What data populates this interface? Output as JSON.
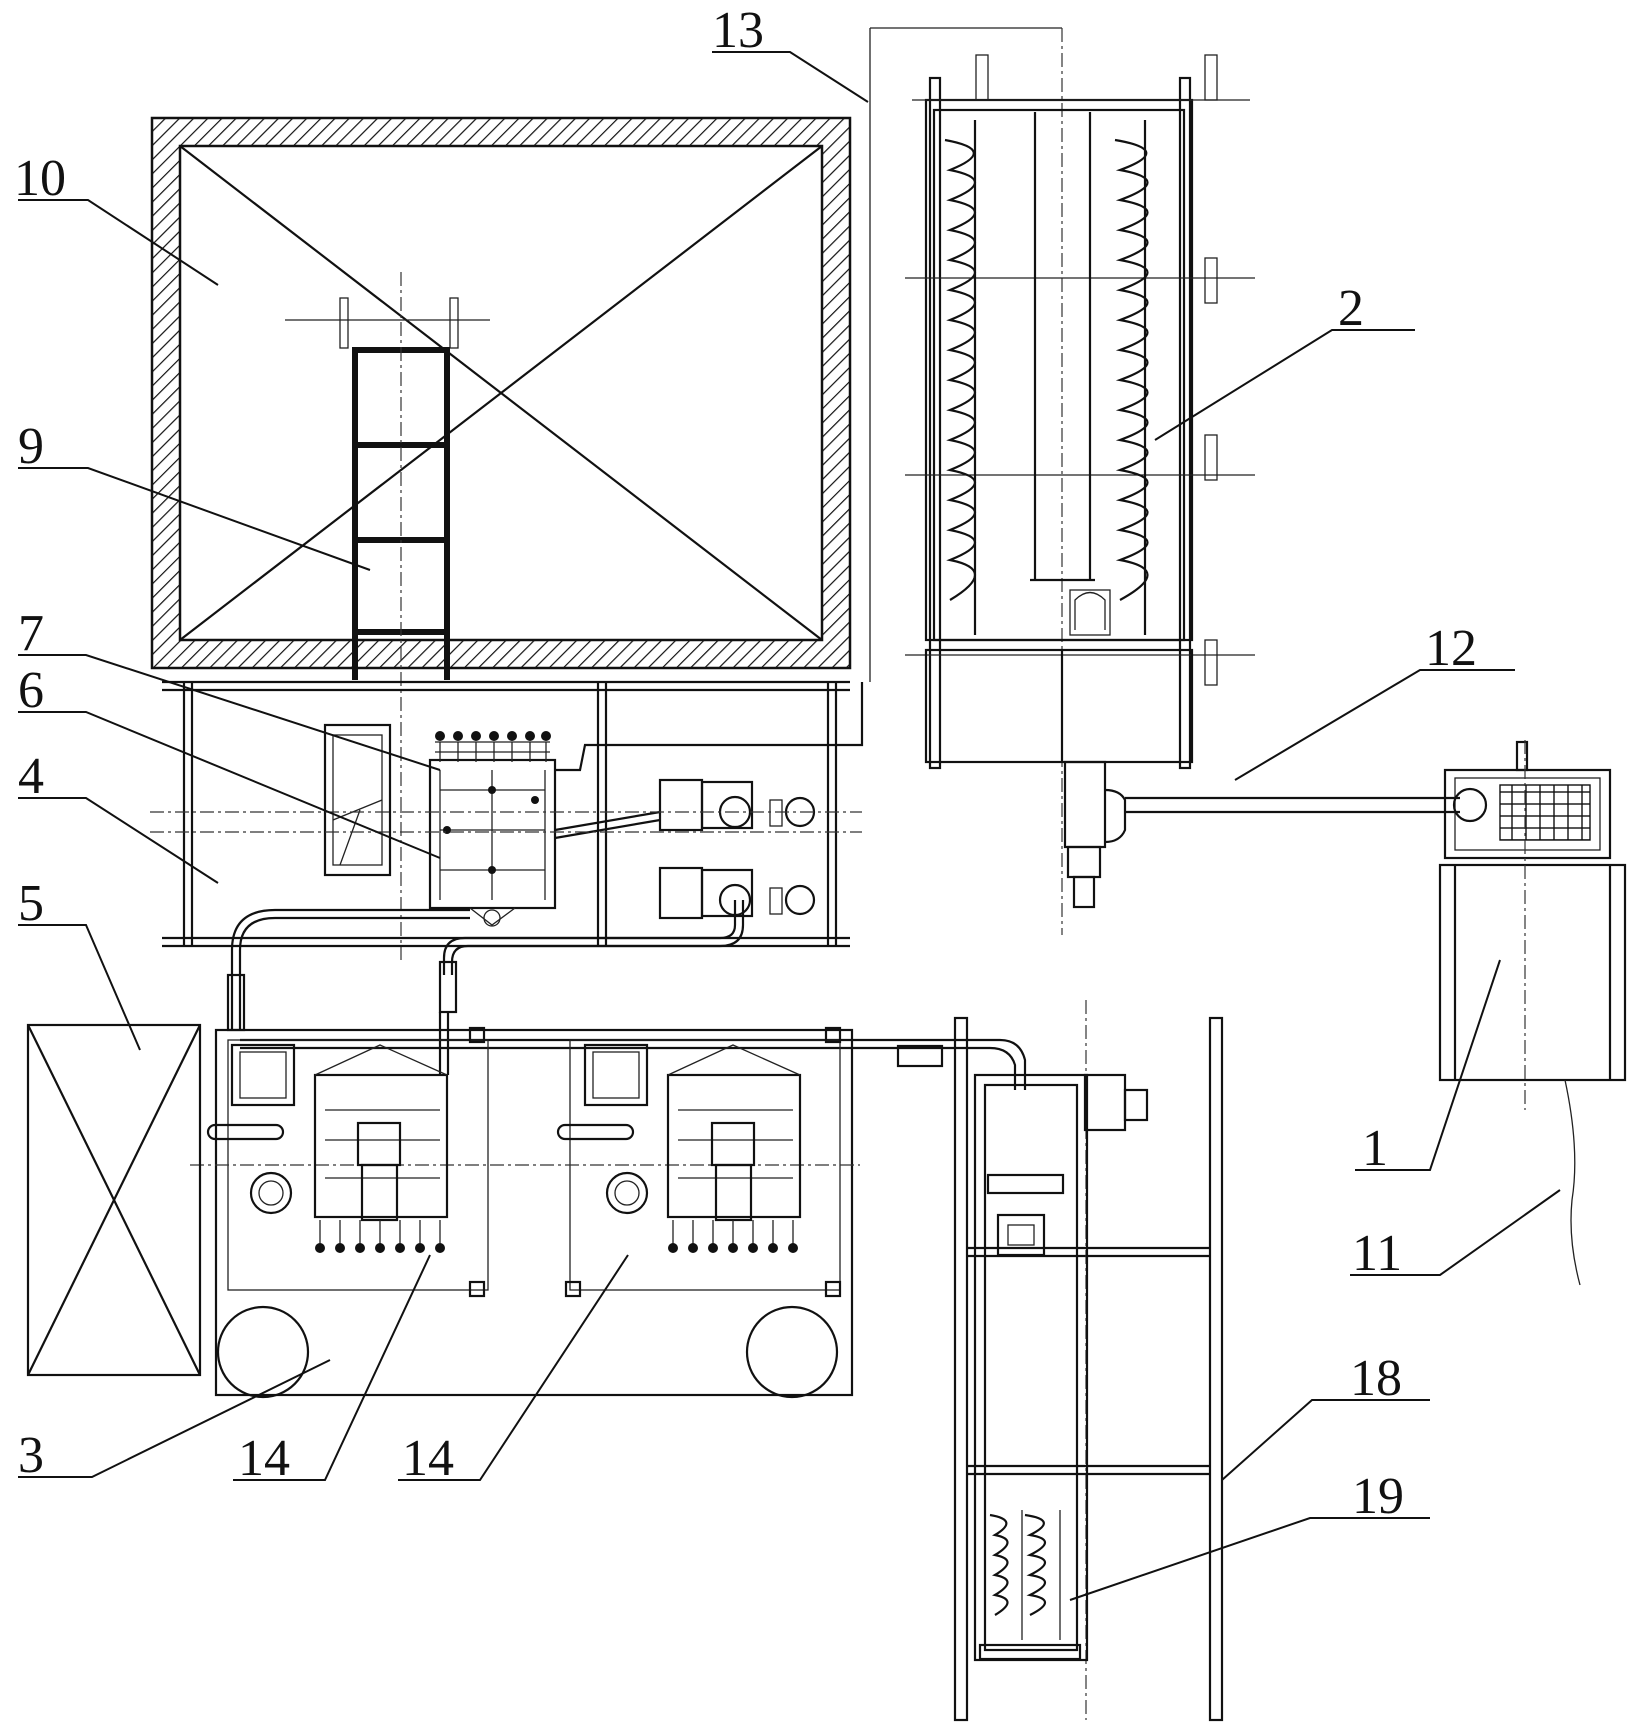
{
  "labels": {
    "l1": "1",
    "l2": "2",
    "l3": "3",
    "l4": "4",
    "l5": "5",
    "l6": "6",
    "l7": "7",
    "l9": "9",
    "l10": "10",
    "l11": "11",
    "l12": "12",
    "l13": "13",
    "l14a": "14",
    "l14b": "14",
    "l18": "18",
    "l19": "19"
  },
  "colors": {
    "line": "#111111",
    "background": "#ffffff"
  }
}
